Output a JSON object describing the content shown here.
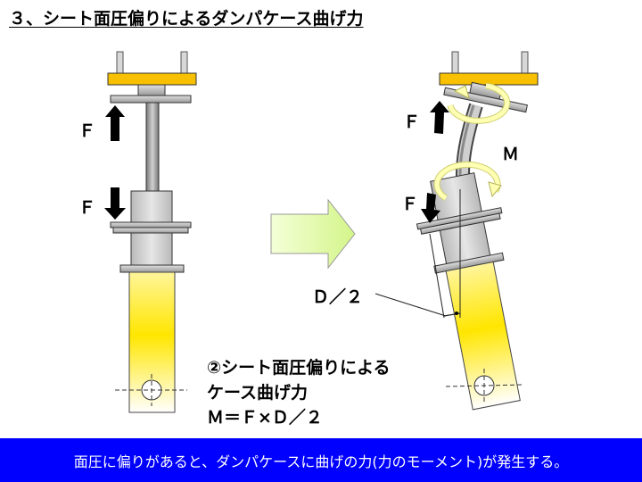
{
  "title": "３、シート面圧偏りによるダンパケース曲げ力",
  "labels": {
    "force_left_top": "Ｆ",
    "force_left_bottom": "Ｆ",
    "force_right_top": "Ｆ",
    "force_right_bottom": "Ｆ",
    "moment": "Ｍ",
    "half_diameter": "Ｄ／２"
  },
  "caption": {
    "line1": "②シート面圧偏りによる",
    "line2": "ケース曲げ力",
    "line3": "Ｍ＝Ｆ×Ｄ／２"
  },
  "footer": "面圧に偏りがあると、ダンパケースに曲げの力(力のモーメント)が発生する。",
  "colors": {
    "top_plate": "#f7c000",
    "case_yellow": "#ffe600",
    "footer_bg": "#0000ff",
    "arrow_green": "#e6ffb3",
    "moment_arrow": "#ffffb3"
  }
}
